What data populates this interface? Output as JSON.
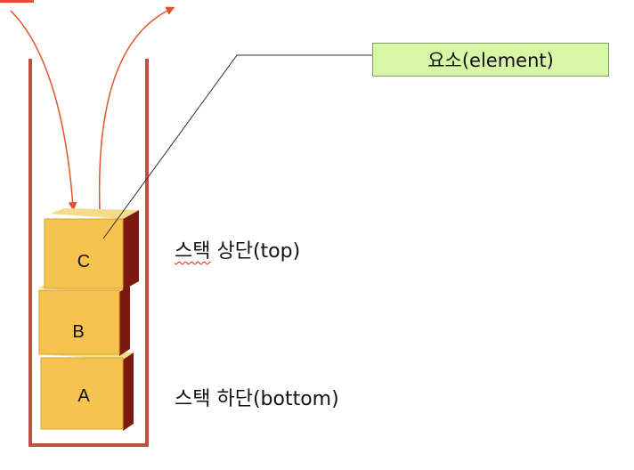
{
  "diagram": {
    "element_label": "요소(element)",
    "labels": {
      "top": {
        "word": "스택",
        "rest": " 상단(top)"
      },
      "bottom": {
        "word": "스택",
        "rest": " 하단(bottom)"
      }
    },
    "boxes": [
      "A",
      "B",
      "C"
    ]
  },
  "colors": {
    "container": "#c0503e",
    "arrow": "#e0532c",
    "box_face": "#f5c34e",
    "box_side": "#7b1a10",
    "box_top": "#f3dc8a",
    "element_box_fill": "#d7f6a6",
    "element_box_border": "#7f9a6a",
    "leader_line": "#333333"
  },
  "icons": {
    "push_arrow": "arrow-down-curve-icon",
    "pop_arrow": "arrow-up-curve-icon"
  }
}
